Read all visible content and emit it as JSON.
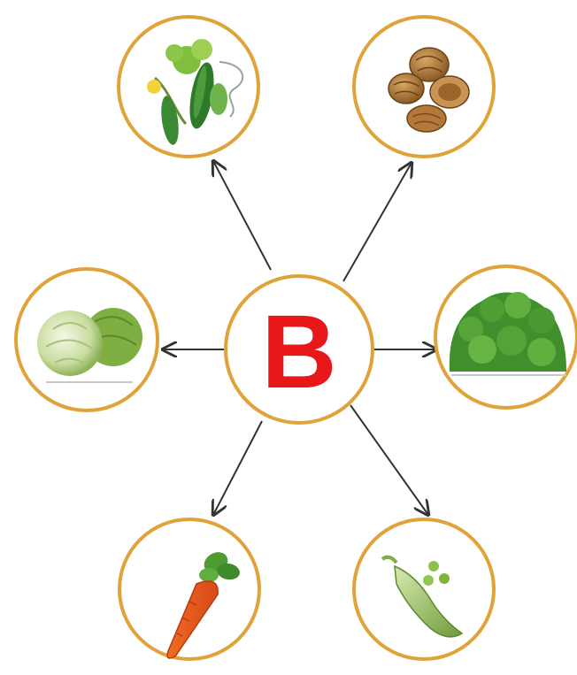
{
  "center": {
    "letter": "B",
    "letter_color": "#e8181a"
  },
  "ring_color": "#e0a33a",
  "arrow_color": "#333333",
  "nodes": [
    {
      "id": "top-left",
      "picture": "cucumber-plant-icon"
    },
    {
      "id": "top-right",
      "picture": "walnuts-icon"
    },
    {
      "id": "middle-left",
      "picture": "cabbage-icon"
    },
    {
      "id": "middle-right",
      "picture": "lettuce-icon"
    },
    {
      "id": "bottom-left",
      "picture": "carrot-icon"
    },
    {
      "id": "bottom-right",
      "picture": "peas-pod-icon"
    }
  ]
}
